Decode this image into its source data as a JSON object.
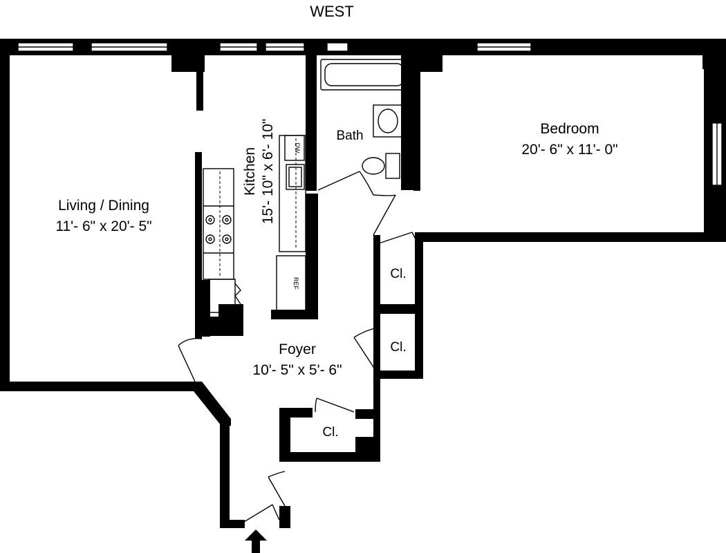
{
  "compass": {
    "label": "WEST"
  },
  "rooms": {
    "living": {
      "name": "Living / Dining",
      "dims": "11'- 6\" x 20'- 5\""
    },
    "kitchen": {
      "name": "Kitchen",
      "dims": "15'- 10\" x 6'- 10\""
    },
    "bath": {
      "name": "Bath"
    },
    "bedroom": {
      "name": "Bedroom",
      "dims": "20'- 6\" x 11'- 0\""
    },
    "foyer": {
      "name": "Foyer",
      "dims": "10'- 5\" x 5'- 6\""
    },
    "closet_1": {
      "name": "Cl."
    },
    "closet_2": {
      "name": "Cl."
    },
    "closet_3": {
      "name": "Cl."
    }
  },
  "fixtures": {
    "dishwasher": "DW",
    "refrigerator": "REF"
  },
  "entry": {
    "icon": "up-arrow-icon"
  }
}
